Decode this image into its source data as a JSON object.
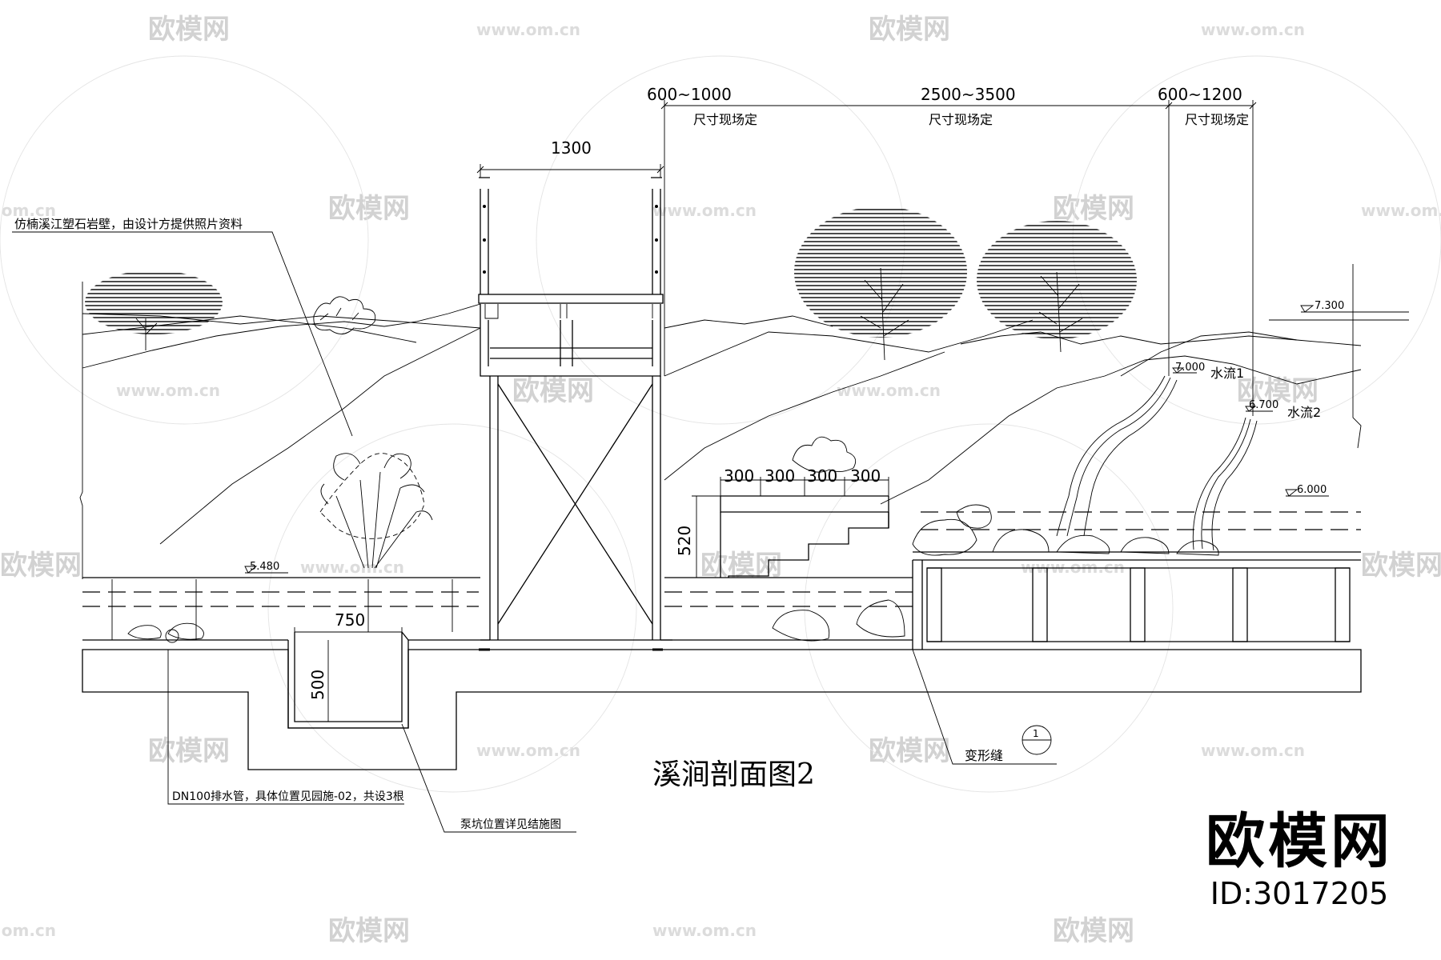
{
  "drawing": {
    "title": "溪涧剖面图2",
    "dimensions": {
      "top_left": "600~1000",
      "top_middle": "2500~3500",
      "top_right": "600~1200",
      "site_note": "尺寸现场定",
      "platform_width": "1300",
      "step_1": "300",
      "step_2": "300",
      "step_3": "300",
      "step_4": "300",
      "step_height": "520",
      "pit_width": "750",
      "pit_depth": "500"
    },
    "elevations": {
      "e7300": "7.300",
      "e7000": "7.000",
      "e6700": "6.700",
      "e6000": "6.000",
      "e5480": "5.480"
    },
    "labels": {
      "rock_wall": "仿楠溪江塑石岩壁，由设计方提供照片资料",
      "water_1": "水流1",
      "water_2": "水流2",
      "drain_pipe": "DN100排水管，具体位置见园施-02，共设3根",
      "pump_pit": "泵坑位置详见结施图",
      "joint": "变形缝",
      "detail_ref": "1"
    }
  },
  "watermark": {
    "brand": "欧模网",
    "url": "www.om.cn",
    "id": "ID:3017205"
  }
}
